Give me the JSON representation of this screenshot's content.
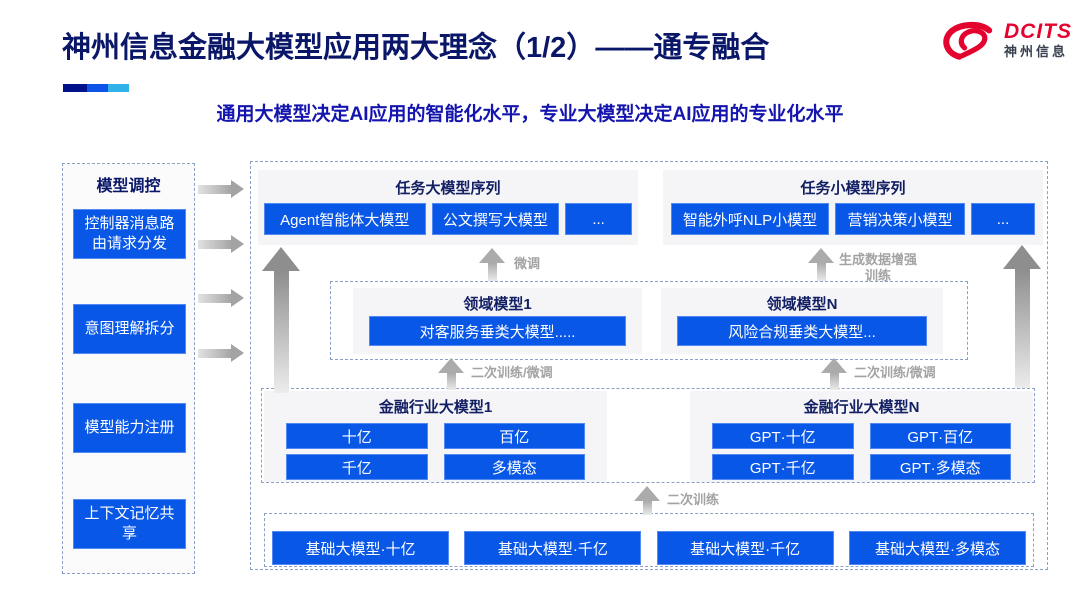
{
  "header": {
    "title": "神州信息金融大模型应用两大理念（1/2）——通专融合",
    "subtitle": "通用大模型决定AI应用的智能化水平，专业大模型决定AI应用的专业化水平",
    "logo": {
      "brand": "DCITS",
      "brand_cn": "神州信息"
    }
  },
  "colors": {
    "title_navy": "#0a1768",
    "subtitle_blue": "#1414ae",
    "chip_blue": "#0857e6",
    "panel_gray": "#f5f5f7",
    "dashed_border": "#8c9fc7",
    "arrow_gray": "#a3a3a3",
    "logo_red": "#e4032e",
    "accent_segments": [
      "#001289",
      "#0d53e8",
      "#2fb3ea"
    ]
  },
  "sidebar": {
    "title": "模型调控",
    "items": [
      {
        "label": "控制器消息路由请求分发"
      },
      {
        "label": "意图理解拆分"
      },
      {
        "label": "模型能力注册"
      },
      {
        "label": "上下文记忆共享"
      }
    ]
  },
  "diagram": {
    "task_large": {
      "title": "任务大模型序列",
      "items": [
        "Agent智能体大模型",
        "公文撰写大模型",
        "..."
      ]
    },
    "task_small": {
      "title": "任务小模型序列",
      "items": [
        "智能外呼NLP小模型",
        "营销决策小模型",
        "..."
      ]
    },
    "domain": {
      "left": {
        "title": "领域模型1",
        "item": "对客服务垂类大模型....."
      },
      "right": {
        "title": "领域模型N",
        "item": "风险合规垂类大模型..."
      }
    },
    "industry": {
      "left": {
        "title": "金融行业大模型1",
        "items": [
          "十亿",
          "百亿",
          "千亿",
          "多模态"
        ]
      },
      "right": {
        "title": "金融行业大模型N",
        "items": [
          "GPT·十亿",
          "GPT·百亿",
          "GPT·千亿",
          "GPT·多模态"
        ]
      }
    },
    "base": {
      "items": [
        "基础大模型·十亿",
        "基础大模型·千亿",
        "基础大模型·千亿",
        "基础大模型·多模态"
      ]
    },
    "labels": {
      "finetune": "微调",
      "gen_data": "生成数据增强训练",
      "retrain_ft_left": "二次训练/微调",
      "retrain_ft_right": "二次训练/微调",
      "retrain": "二次训练"
    }
  }
}
